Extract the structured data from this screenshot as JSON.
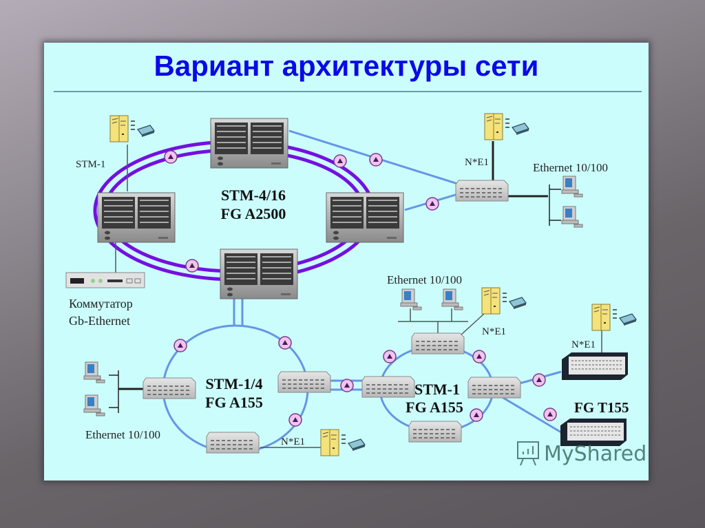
{
  "slide": {
    "title": "Вариант архитектуры сети"
  },
  "rings": {
    "core": {
      "line1": "STM-4/16",
      "line2": "FG A2500"
    },
    "left_access": {
      "line1": "STM-1/4",
      "line2": "FG A155"
    },
    "right_access": {
      "line1": "STM-1",
      "line2": "FG A155"
    }
  },
  "labels": {
    "stm1": "STM-1",
    "ne1_top": "N*E1",
    "ethernet_top_right": "Ethernet 10/100",
    "switch_line1": "Коммутатор",
    "switch_line2": "Gb-Ethernet",
    "ethernet_mid": "Ethernet 10/100",
    "ne1_mid": "N*E1",
    "ne1_right": "N*E1",
    "terminal": "FG T155",
    "ethernet_bottom_left": "Ethernet 10/100",
    "ne1_bottom": "N*E1"
  },
  "watermark": {
    "text": "MyShared"
  },
  "colors": {
    "title": "#0a0ae6",
    "slide_bg": "#ccfdfd",
    "core_ring": "#7410e0",
    "access_link": "#6496e6",
    "wire": "#222222",
    "pbx": "#f4e27a"
  }
}
